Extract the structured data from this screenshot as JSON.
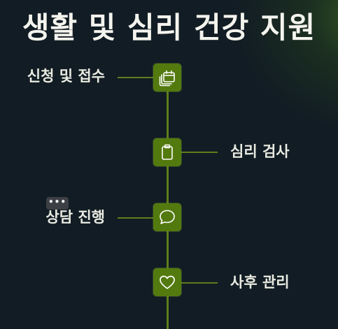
{
  "page": {
    "title": "생활 및 심리 건강 지원"
  },
  "colors": {
    "background": "#121c24",
    "accent": "#537a0f",
    "line": "#5e7d1c",
    "text": "#e9ebe1"
  },
  "timeline": {
    "steps": [
      {
        "label": "신청 및 접수",
        "icon": "calendar-stack-icon"
      },
      {
        "label": "심리 검사",
        "icon": "clipboard-icon"
      },
      {
        "label": "상담 진행",
        "icon": "chat-bubble-icon"
      },
      {
        "label": "사후 관리",
        "icon": "heart-icon"
      }
    ]
  },
  "toolbar": {
    "more_label": "•••"
  }
}
